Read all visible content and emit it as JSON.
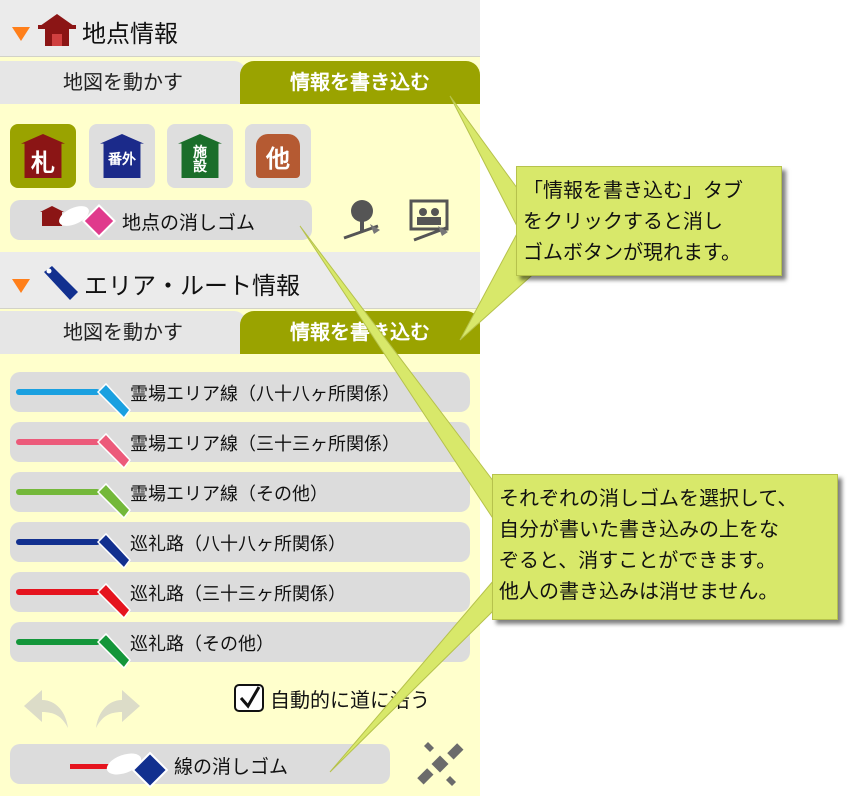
{
  "point_section": {
    "title": "地点情報",
    "tabs": {
      "move_map": "地図を動かす",
      "write_info": "情報を書き込む"
    },
    "categories": [
      {
        "glyph": "札",
        "color": "#8b1515",
        "selected": true
      },
      {
        "glyph": "番外",
        "color": "#1b2a8a",
        "selected": false
      },
      {
        "glyph": "施設",
        "color": "#1a6e2a",
        "selected": false
      },
      {
        "glyph": "他",
        "color": "#b55a32",
        "selected": false
      }
    ],
    "eraser_label": "地点の消しゴム"
  },
  "area_section": {
    "title": "エリア・ルート情報",
    "tabs": {
      "move_map": "地図を動かす",
      "write_info": "情報を書き込む"
    },
    "lines": [
      {
        "label": "霊場エリア線（八十八ヶ所関係）",
        "color": "#1aa0e0"
      },
      {
        "label": "霊場エリア線（三十三ヶ所関係）",
        "color": "#ec5a7a"
      },
      {
        "label": "霊場エリア線（その他）",
        "color": "#74b83a"
      },
      {
        "label": "巡礼路（八十八ヶ所関係）",
        "color": "#12308f"
      },
      {
        "label": "巡礼路（三十三ヶ所関係）",
        "color": "#e5141e"
      },
      {
        "label": "巡礼路（その他）",
        "color": "#14963a"
      }
    ],
    "follow_road_label": "自動的に道に沿う",
    "follow_road_checked": true,
    "eraser_label": "線の消しゴム"
  },
  "callouts": {
    "tab_note": [
      "「情報を書き込む」タブ",
      "をクリックすると消し",
      "ゴムボタンが現れます。"
    ],
    "eraser_note": [
      "それぞれの消しゴムを選択して、",
      "自分が書いた書き込みの上をな",
      "ぞると、消すことができます。",
      "他人の書き込みは消せません。"
    ]
  },
  "colors": {
    "panel_bg": "#ffffcc",
    "tab_active": "#9aa300",
    "callout_bg": "#d8e86a",
    "header_arrow": "#ff7f1a"
  }
}
